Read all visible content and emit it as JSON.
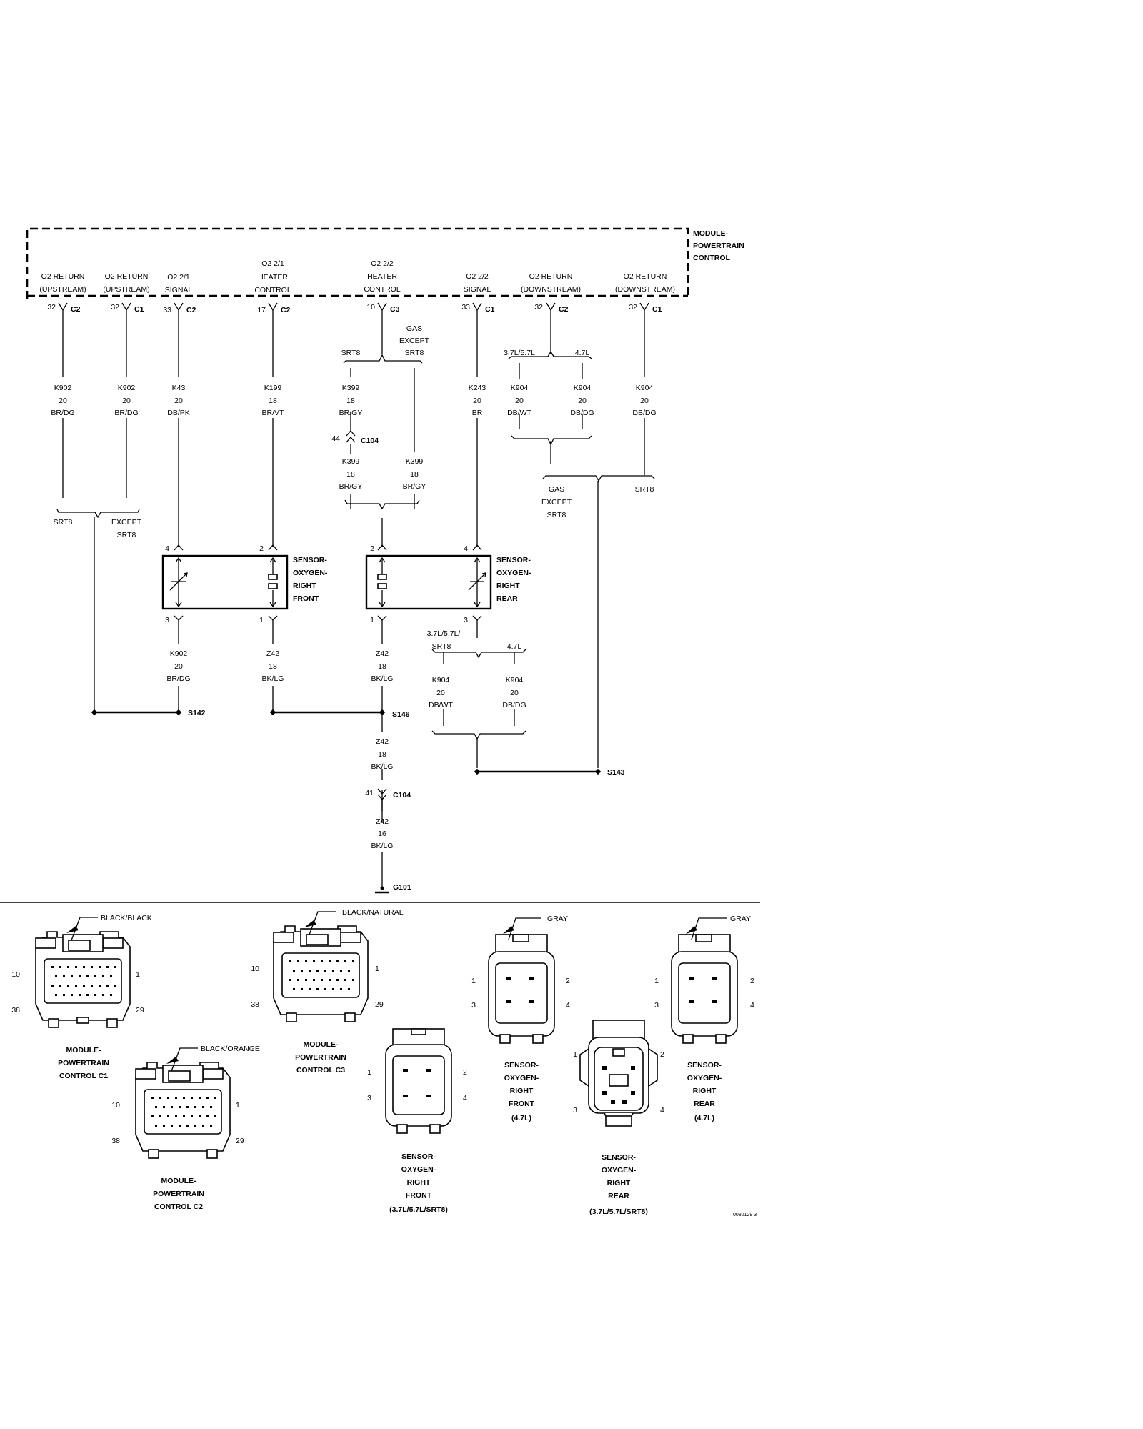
{
  "pcm": {
    "lines": [
      "MODULE-",
      "POWERTRAIN",
      "CONTROL"
    ]
  },
  "circuits": [
    {
      "function": [
        "O2 RETURN",
        "(UPSTREAM)"
      ],
      "pin": "32",
      "connector": "C2",
      "wire": [
        "K902",
        "20",
        "BR/DG"
      ]
    },
    {
      "function": [
        "O2 RETURN",
        "(UPSTREAM)"
      ],
      "pin": "32",
      "connector": "C1",
      "wire": [
        "K902",
        "20",
        "BR/DG"
      ]
    },
    {
      "function": [
        "O2 2/1",
        "SIGNAL"
      ],
      "pin": "33",
      "connector": "C2",
      "wire": [
        "K43",
        "20",
        "DB/PK"
      ]
    },
    {
      "function": [
        "O2 2/1",
        "HEATER",
        "CONTROL"
      ],
      "pin": "17",
      "connector": "C2",
      "wire": [
        "K199",
        "18",
        "BR/VT"
      ]
    },
    {
      "function": [
        "O2 2/2",
        "HEATER",
        "CONTROL"
      ],
      "pin": "10",
      "connector": "C3",
      "wire": [
        "K399",
        "18",
        "BR/GY"
      ]
    },
    {
      "function": [
        "O2 2/2",
        "SIGNAL"
      ],
      "pin": "33",
      "connector": "C1",
      "wire": [
        "K243",
        "20",
        "BR"
      ]
    },
    {
      "function": [
        "O2 RETURN",
        "(DOWNSTREAM)"
      ],
      "pin": "32",
      "connector": "C2",
      "wire": [
        "K904",
        "20",
        "DB/WT"
      ]
    },
    {
      "function": [
        "O2 RETURN",
        "(DOWNSTREAM)"
      ],
      "pin": "32",
      "connector": "C1",
      "wire": [
        "K904",
        "20",
        "DB/DG"
      ]
    }
  ],
  "options": {
    "srt8": "SRT8",
    "except_srt8": [
      "EXCEPT",
      "SRT8"
    ],
    "gas_except_srt8": [
      "GAS",
      "EXCEPT",
      "SRT8"
    ],
    "v_3757": "3.7L/5.7L",
    "v_47": "4.7L",
    "v_3757_srt8": [
      "3.7L/5.7L/",
      "SRT8"
    ]
  },
  "wires": {
    "k904_dbdg": [
      "K904",
      "20",
      "DB/DG"
    ],
    "k399_a": [
      "K399",
      "18",
      "BR/GY"
    ],
    "k399_b": [
      "K399",
      "18",
      "BR/GY"
    ],
    "k902_lower": [
      "K902",
      "20",
      "BR/DG"
    ],
    "z42_a": [
      "Z42",
      "18",
      "BK/LG"
    ],
    "z42_b": [
      "Z42",
      "18",
      "BK/LG"
    ],
    "z42_c": [
      "Z42",
      "18",
      "BK/LG"
    ],
    "z42_d": [
      "Z42",
      "16",
      "BK/LG"
    ],
    "k904_lw": [
      "K904",
      "20",
      "DB/WT"
    ],
    "k904_ld": [
      "K904",
      "20",
      "DB/DG"
    ]
  },
  "inline": {
    "c104_upper_pin": "44",
    "c104_lower_pin": "41",
    "c104": "C104"
  },
  "sensors": {
    "front": {
      "label": [
        "SENSOR-",
        "OXYGEN-",
        "RIGHT",
        "FRONT"
      ],
      "pins": [
        "4",
        "2",
        "3",
        "1"
      ]
    },
    "rear": {
      "label": [
        "SENSOR-",
        "OXYGEN-",
        "RIGHT",
        "REAR"
      ],
      "pins": [
        "2",
        "4",
        "1",
        "3"
      ]
    }
  },
  "splices": {
    "s142": "S142",
    "s146": "S146",
    "s143": "S143"
  },
  "ground": "G101",
  "connectors": [
    {
      "color": "BLACK/BLACK",
      "title": [
        "MODULE-",
        "POWERTRAIN",
        "CONTROL C1"
      ],
      "pins": [
        "10",
        "1",
        "38",
        "29"
      ]
    },
    {
      "color": "BLACK/ORANGE",
      "title": [
        "MODULE-",
        "POWERTRAIN",
        "CONTROL C2"
      ],
      "pins": [
        "10",
        "1",
        "38",
        "29"
      ]
    },
    {
      "color": "BLACK/NATURAL",
      "title": [
        "MODULE-",
        "POWERTRAIN",
        "CONTROL C3"
      ],
      "pins": [
        "10",
        "1",
        "38",
        "29"
      ]
    },
    {
      "color": "",
      "title": [
        "SENSOR-",
        "OXYGEN-",
        "RIGHT",
        "FRONT",
        "(3.7L/5.7L/SRT8)"
      ],
      "pins": [
        "1",
        "2",
        "3",
        "4"
      ]
    },
    {
      "color": "GRAY",
      "title": [
        "SENSOR-",
        "OXYGEN-",
        "RIGHT",
        "FRONT",
        "(4.7L)"
      ],
      "pins": [
        "1",
        "2",
        "3",
        "4"
      ]
    },
    {
      "color": "",
      "title": [
        "SENSOR-",
        "OXYGEN-",
        "RIGHT",
        "REAR",
        "(3.7L/5.7L/SRT8)"
      ],
      "pins": [
        "1",
        "2",
        "3",
        "4"
      ]
    },
    {
      "color": "GRAY",
      "title": [
        "SENSOR-",
        "OXYGEN-",
        "RIGHT",
        "REAR",
        "(4.7L)"
      ],
      "pins": [
        "1",
        "2",
        "3",
        "4"
      ]
    }
  ],
  "figure_id": "0030129 3"
}
